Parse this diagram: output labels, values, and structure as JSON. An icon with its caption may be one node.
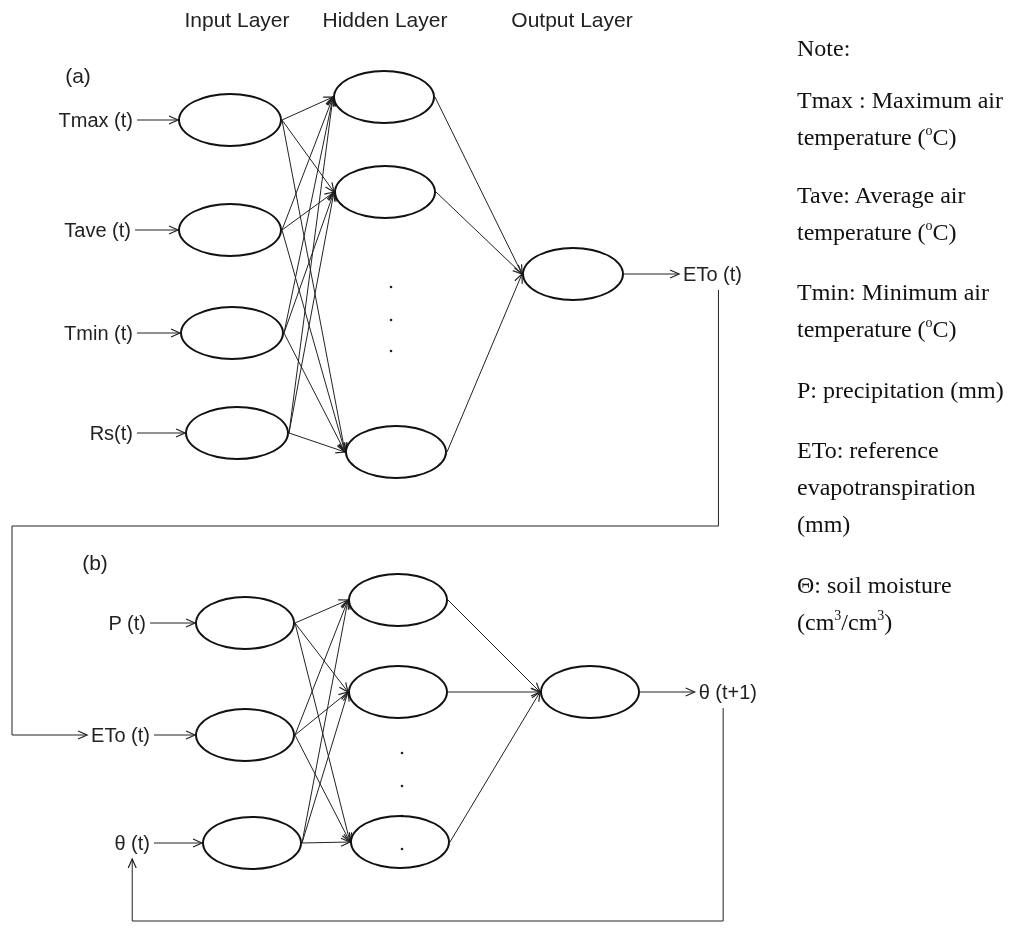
{
  "diagram": {
    "nodes": [
      {
        "text": [
          "Tmax (t)"
        ]
      },
      {
        "text": [
          "Tave (t)"
        ]
      },
      {
        "text": [
          "Tmin (t)"
        ]
      },
      {
        "text": [
          "Rs(t)"
        ]
      },
      {
        "text": [],
        "shape": "ellipse"
      },
      {
        "text": [],
        "shape": "ellipse"
      },
      {
        "text": [],
        "shape": "ellipse"
      },
      {
        "text": [],
        "shape": "ellipse"
      },
      {
        "text": [],
        "shape": "ellipse"
      },
      {
        "text": [],
        "shape": "ellipse"
      },
      {
        "text": [],
        "shape": "ellipse"
      },
      {
        "text": [],
        "shape": "ellipse"
      },
      {
        "text": [
          "ETo (t)"
        ]
      },
      {
        "text": [
          "P (t)"
        ]
      },
      {
        "text": [
          "ETo (t)"
        ]
      },
      {
        "text": [
          "θ (t)"
        ]
      },
      {
        "text": [],
        "shape": "ellipse"
      },
      {
        "text": [],
        "shape": "ellipse"
      },
      {
        "text": [],
        "shape": "ellipse"
      },
      {
        "text": [],
        "shape": "ellipse"
      },
      {
        "text": [],
        "shape": "ellipse"
      },
      {
        "text": [],
        "shape": "ellipse"
      },
      {
        "text": [],
        "shape": "ellipse"
      },
      {
        "text": [
          "θ (t+1)"
        ]
      }
    ],
    "edges": [
      {
        "from": 0,
        "to": 4,
        "arrow": "to"
      },
      {
        "from": 1,
        "to": 5,
        "arrow": "to"
      },
      {
        "from": 2,
        "to": 6,
        "arrow": "to"
      },
      {
        "from": 3,
        "to": 7,
        "arrow": "to"
      },
      {
        "from": 4,
        "to": 8,
        "arrow": "to"
      },
      {
        "from": 4,
        "to": 9,
        "arrow": "to"
      },
      {
        "from": 4,
        "to": 10,
        "arrow": "to"
      },
      {
        "from": 5,
        "to": 8,
        "arrow": "to"
      },
      {
        "from": 5,
        "to": 9,
        "arrow": "to"
      },
      {
        "from": 5,
        "to": 10,
        "arrow": "to"
      },
      {
        "from": 6,
        "to": 8,
        "arrow": "to"
      },
      {
        "from": 6,
        "to": 9,
        "arrow": "to"
      },
      {
        "from": 6,
        "to": 10,
        "arrow": "to"
      },
      {
        "from": 7,
        "to": 8,
        "arrow": "to"
      },
      {
        "from": 7,
        "to": 9,
        "arrow": "to"
      },
      {
        "from": 7,
        "to": 10,
        "arrow": "to"
      },
      {
        "from": 8,
        "to": 11,
        "arrow": "to"
      },
      {
        "from": 9,
        "to": 11,
        "arrow": "to"
      },
      {
        "from": 10,
        "to": 11,
        "arrow": "to"
      },
      {
        "from": 11,
        "to": 12,
        "arrow": "to"
      },
      {
        "from": 12,
        "to": 14,
        "arrow": "to"
      },
      {
        "from": 13,
        "to": 16,
        "arrow": "to"
      },
      {
        "from": 14,
        "to": 17,
        "arrow": "to"
      },
      {
        "from": 15,
        "to": 18,
        "arrow": "to"
      },
      {
        "from": 16,
        "to": 19,
        "arrow": "to"
      },
      {
        "from": 16,
        "to": 20,
        "arrow": "to"
      },
      {
        "from": 16,
        "to": 21,
        "arrow": "to"
      },
      {
        "from": 17,
        "to": 19,
        "arrow": "to"
      },
      {
        "from": 17,
        "to": 20,
        "arrow": "to"
      },
      {
        "from": 17,
        "to": 21,
        "arrow": "to"
      },
      {
        "from": 18,
        "to": 19,
        "arrow": "to"
      },
      {
        "from": 18,
        "to": 20,
        "arrow": "to"
      },
      {
        "from": 18,
        "to": 21,
        "arrow": "to"
      },
      {
        "from": 19,
        "to": 22,
        "arrow": "to"
      },
      {
        "from": 20,
        "to": 22,
        "arrow": "to"
      },
      {
        "from": 21,
        "to": 22,
        "arrow": "to"
      },
      {
        "from": 22,
        "to": 23,
        "arrow": "to"
      },
      {
        "from": 23,
        "to": 15,
        "arrow": "to"
      }
    ],
    "labels": [
      "Input Layer",
      "Hidden Layer",
      "Output Layer",
      "(a)",
      "(b)",
      "Note:",
      "Tmax : Maximum air temperature ($^{o}$C)",
      "Tave: Average air temperature ($^{o}$C)",
      "Tmin: Minimum air temperature ($^{o}$C)",
      "P: precipitation (mm)",
      "ETo: reference evapotranspiration (mm)",
      "Θ: soil moisture (cm$^{3}$/cm$^{3}$)"
    ]
  }
}
